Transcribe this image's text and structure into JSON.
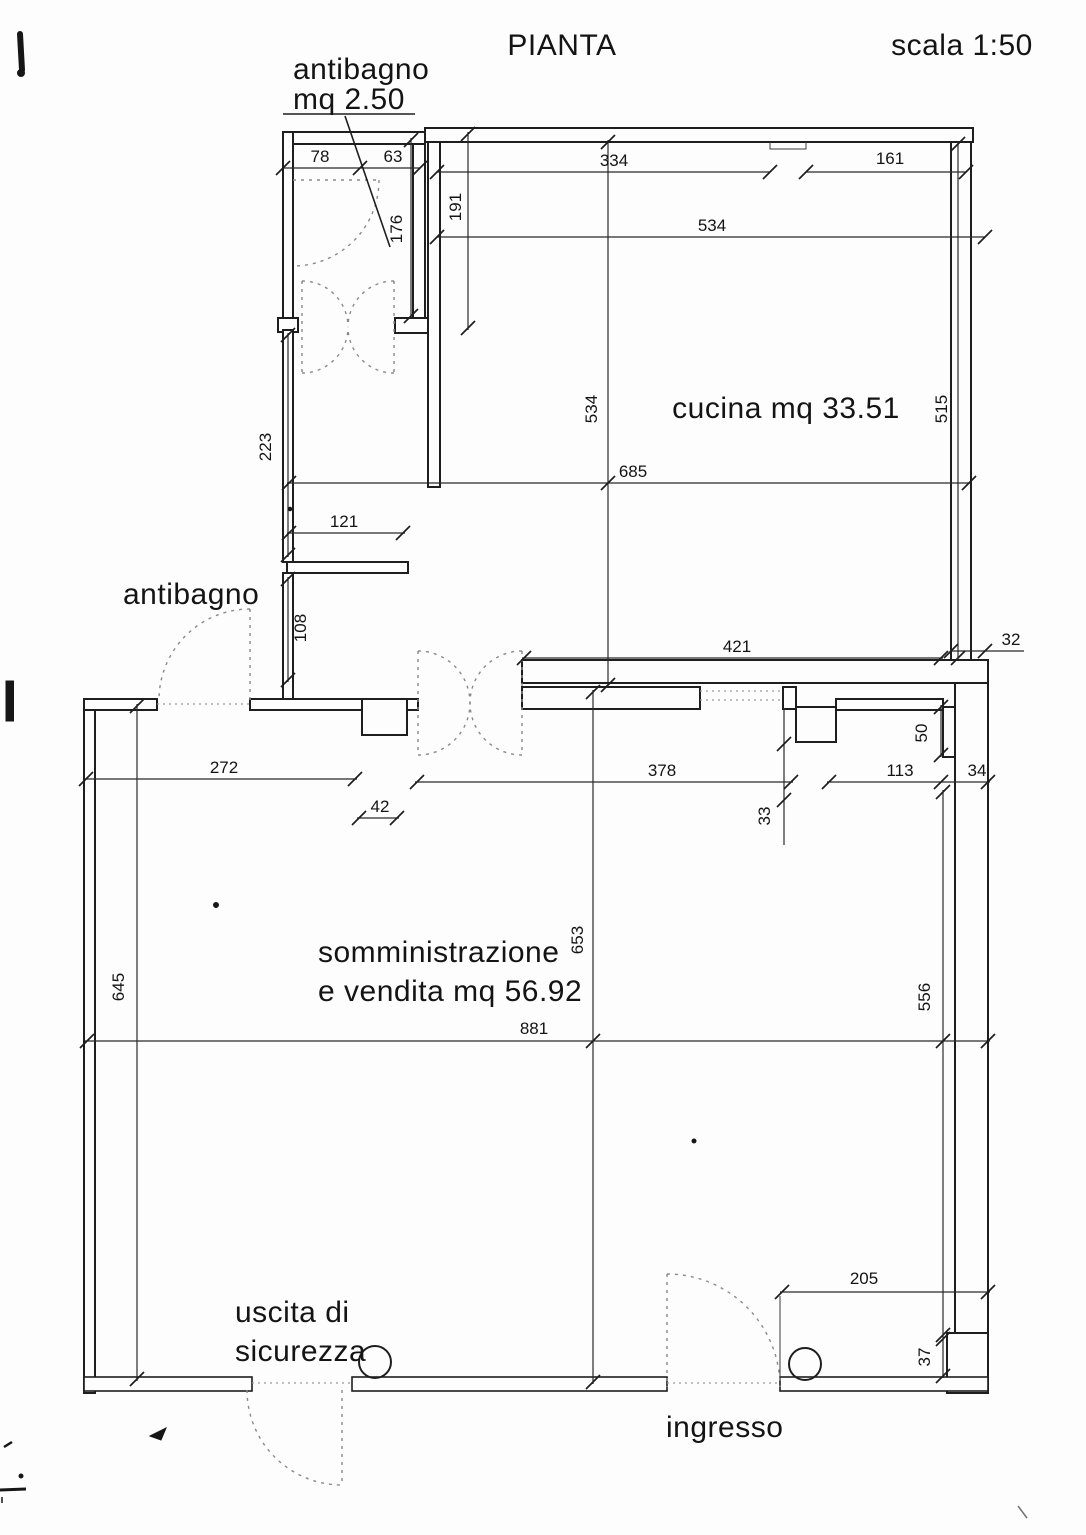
{
  "title": "PIANTA",
  "scale": "scala 1:50",
  "rooms": {
    "antibagno_top": {
      "name": "antibagno",
      "area": "mq 2.50"
    },
    "antibagno_left": {
      "name": "antibagno"
    },
    "cucina": {
      "label": "cucina mq 33.51"
    },
    "somministrazione": {
      "line1": "somministrazione",
      "line2": "e vendita mq 56.92"
    },
    "uscita": {
      "line1": "uscita di",
      "line2": "sicurezza"
    },
    "ingresso": {
      "label": "ingresso"
    }
  },
  "dims": {
    "w78": "78",
    "w63": "63",
    "w334": "334",
    "w161": "161",
    "w534h": "534",
    "v191": "191",
    "v176": "176",
    "v223": "223",
    "w121": "121",
    "v108": "108",
    "v534": "534",
    "w685": "685",
    "v515": "515",
    "w421": "421",
    "w32": "32",
    "w272": "272",
    "w42": "42",
    "w378": "378",
    "w113": "113",
    "w34": "34",
    "v33": "33",
    "v50": "50",
    "v556": "556",
    "v653": "653",
    "v645": "645",
    "w881": "881",
    "w205": "205",
    "v37": "37"
  }
}
